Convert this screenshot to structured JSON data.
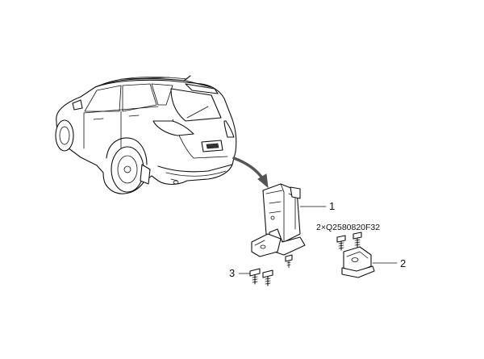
{
  "callouts": {
    "part_1": "1",
    "part_2": "2",
    "part_3": "3"
  },
  "spec_label": "2×Q2580820F32",
  "icons": [
    "vehicle-rear-view",
    "arrow-pointer",
    "bracket-assembly",
    "hinge-bracket",
    "bolt",
    "screw"
  ]
}
